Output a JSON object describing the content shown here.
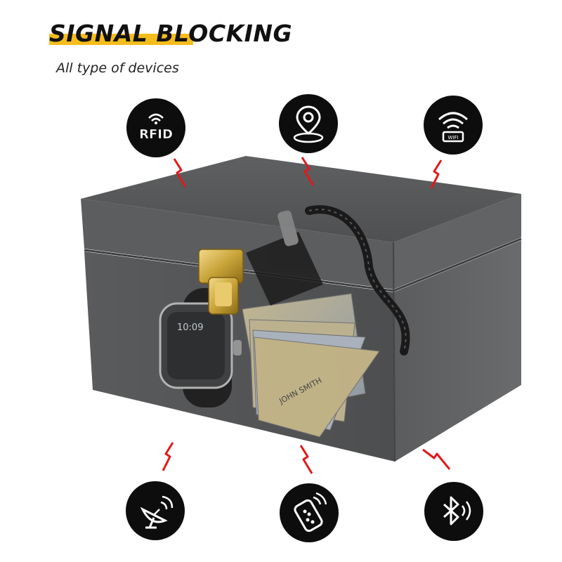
{
  "headline": {
    "title": "SIGNAL BLOCKING",
    "subtitle": "All type of devices"
  },
  "icons": {
    "top": [
      {
        "name": "rfid-icon",
        "label": "RFID"
      },
      {
        "name": "location-pin-icon"
      },
      {
        "name": "wifi-router-icon",
        "label": "WIFI"
      }
    ],
    "bottom": [
      {
        "name": "satellite-dish-icon"
      },
      {
        "name": "remote-control-icon"
      },
      {
        "name": "bluetooth-icon"
      }
    ]
  },
  "product": {
    "watch_time": "10:09",
    "card_name": "JOHN SMITH"
  },
  "colors": {
    "accent_bar": "#f5bd1c",
    "badge": "#0d0d0d",
    "bolt": "#e2181b",
    "box": "#545556",
    "latch": "#c9a43a"
  }
}
